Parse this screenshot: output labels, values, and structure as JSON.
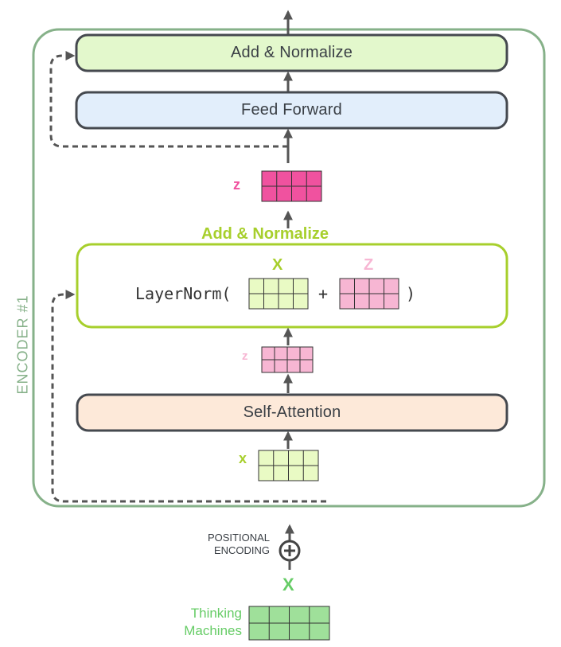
{
  "colors": {
    "encoder_border": "#86b189",
    "arrow": "#555555",
    "box_border": "#45494f",
    "add_norm_fill": "#e3f8cc",
    "feed_forward_fill": "#e2eefb",
    "self_attention_fill": "#fde9d9",
    "lime": "#a7cf2c",
    "x_matrix_fill": "#e9fac4",
    "z_light_fill": "#f7b6d3",
    "z_dark_fill": "#f0529f",
    "input_fill": "#9fe09a",
    "input_text": "#66cc66"
  },
  "encoder": {
    "label": "ENCODER #1"
  },
  "boxes": {
    "top_add_normalize": "Add & Normalize",
    "feed_forward": "Feed Forward",
    "self_attention": "Self-Attention"
  },
  "add_norm_detail": {
    "title": "Add & Normalize",
    "formula_prefix": "LayerNorm(",
    "plus": "+",
    "close_paren": ")",
    "x_label": "X",
    "z_label": "Z"
  },
  "matrix_labels": {
    "z_top": "z",
    "z_mid": "z",
    "x_low": "x"
  },
  "positional": {
    "line1": "POSITIONAL",
    "line2": "ENCODING"
  },
  "input": {
    "x_label": "X",
    "line1": "Thinking",
    "line2": "Machines"
  }
}
